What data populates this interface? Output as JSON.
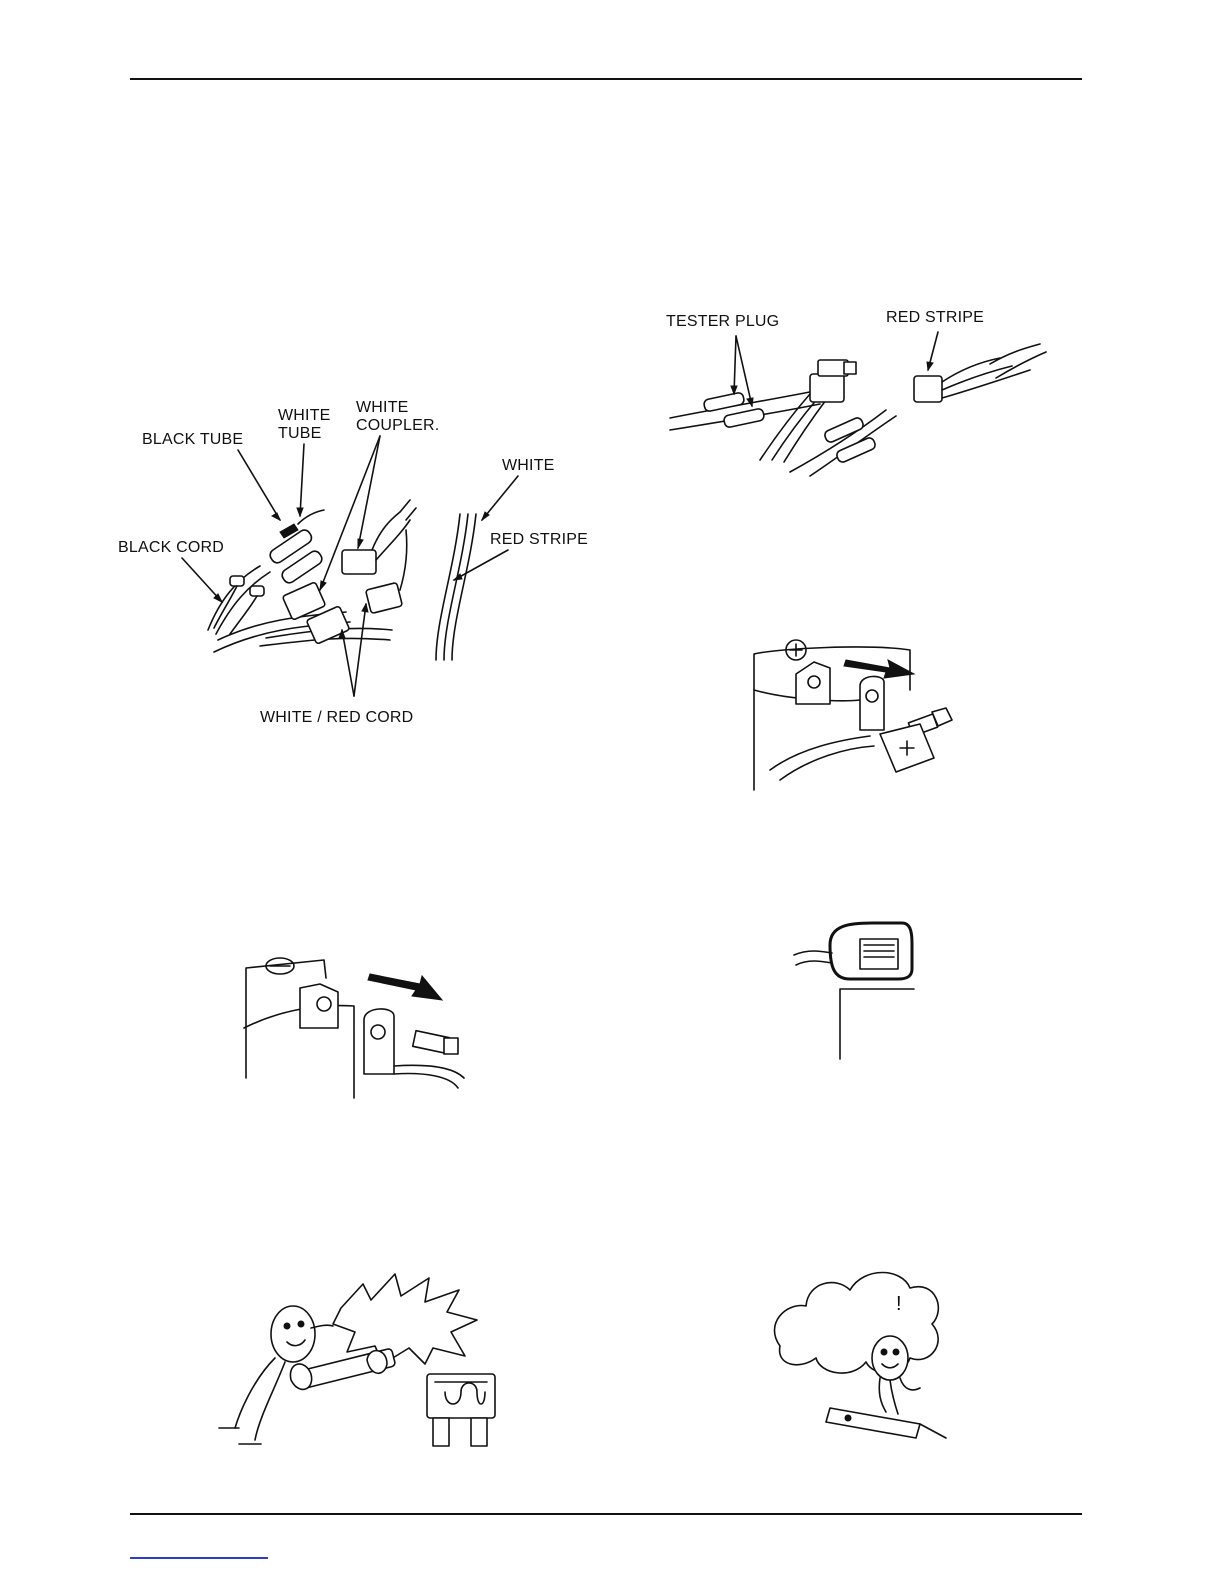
{
  "figures": {
    "harness": {
      "labels": {
        "black_tube": "BLACK TUBE",
        "white_tube_1": "WHITE",
        "white_tube_2": "TUBE",
        "white_coupler_1": "WHITE",
        "white_coupler_2": "COUPLER.",
        "white": "WHITE",
        "black_cord": "BLACK CORD",
        "red_stripe": "RED STRIPE",
        "white_red_cord": "WHITE / RED CORD"
      }
    },
    "tester": {
      "labels": {
        "tester_plug": "TESTER PLUG",
        "red_stripe": "RED STRIPE"
      }
    },
    "exclamation": "!"
  },
  "colors": {
    "ink": "#111111",
    "paper": "#ffffff",
    "footer_link": "#2a3fd0"
  }
}
